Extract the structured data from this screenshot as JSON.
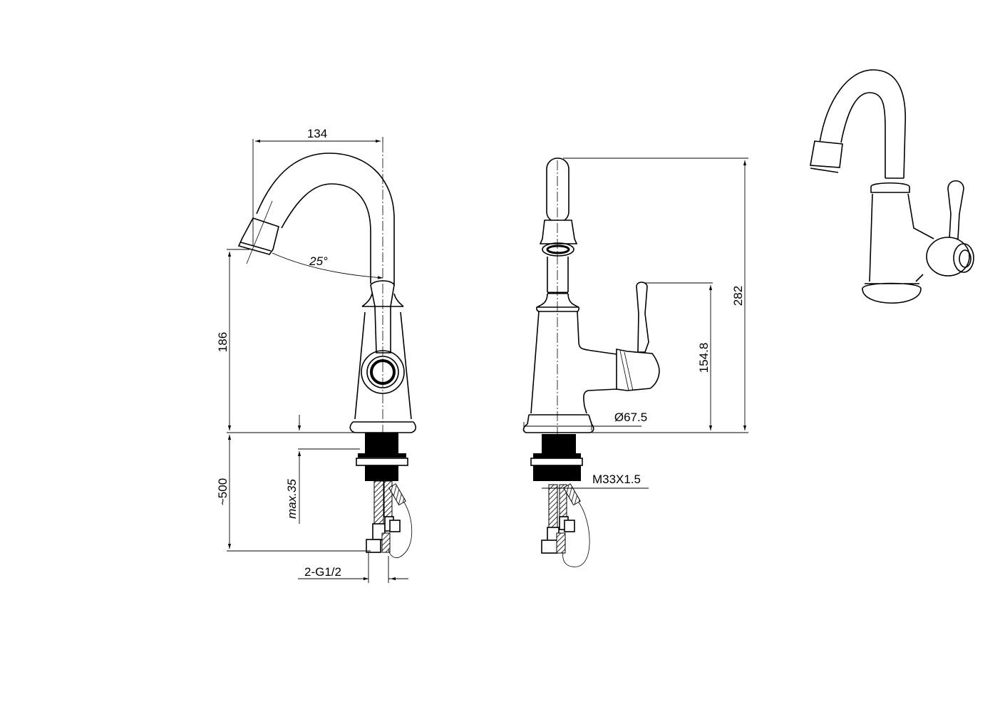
{
  "drawing": {
    "front_view": {
      "width_label": "134",
      "angle_label": "25°",
      "height_label": "186",
      "hose_length_label": "~500",
      "max_thickness_label": "max.35",
      "connection_label": "2-G1/2"
    },
    "side_view": {
      "total_height_label": "282",
      "handle_height_label": "154.8",
      "base_diameter_label": "Ø67.5",
      "thread_label": "M33X1.5"
    }
  }
}
